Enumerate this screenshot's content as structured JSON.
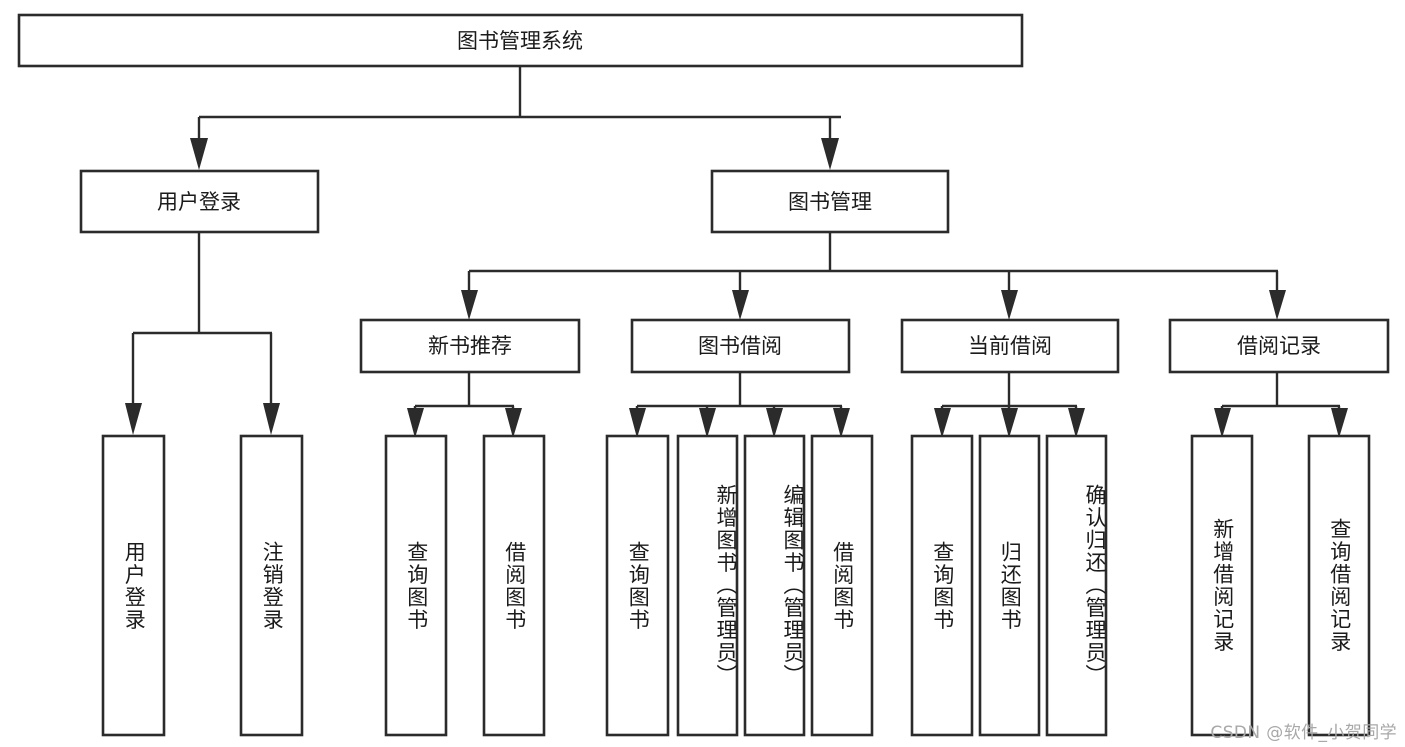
{
  "diagram": {
    "type": "tree-hierarchy-chart",
    "title_text": "图书管理系统",
    "watermark": "CSDN @软件_小贺同学",
    "colors": {
      "stroke": "#2b2b2b",
      "fill": "#ffffff",
      "text": "#1b1b1b",
      "watermark": "#a8a8a8"
    },
    "levels": {
      "root": {
        "label": "图书管理系统"
      },
      "level2": [
        {
          "label": "用户登录"
        },
        {
          "label": "图书管理"
        }
      ],
      "level3": [
        {
          "label": "新书推荐"
        },
        {
          "label": "图书借阅"
        },
        {
          "label": "当前借阅"
        },
        {
          "label": "借阅记录"
        }
      ],
      "leaves": [
        {
          "label": "用户登录",
          "parent": "用户登录"
        },
        {
          "label": "注销登录",
          "parent": "用户登录"
        },
        {
          "label": "查询图书",
          "parent": "新书推荐"
        },
        {
          "label": "借阅图书",
          "parent": "新书推荐"
        },
        {
          "label": "查询图书",
          "parent": "图书借阅"
        },
        {
          "label": "新增图书（管理员）",
          "parent": "图书借阅"
        },
        {
          "label": "编辑图书（管理员）",
          "parent": "图书借阅"
        },
        {
          "label": "借阅图书",
          "parent": "图书借阅"
        },
        {
          "label": "查询图书",
          "parent": "当前借阅"
        },
        {
          "label": "归还图书",
          "parent": "当前借阅"
        },
        {
          "label": "确认归还（管理员）",
          "parent": "当前借阅"
        },
        {
          "label": "新增借阅记录",
          "parent": "借阅记录"
        },
        {
          "label": "查询借阅记录",
          "parent": "借阅记录"
        }
      ]
    }
  }
}
